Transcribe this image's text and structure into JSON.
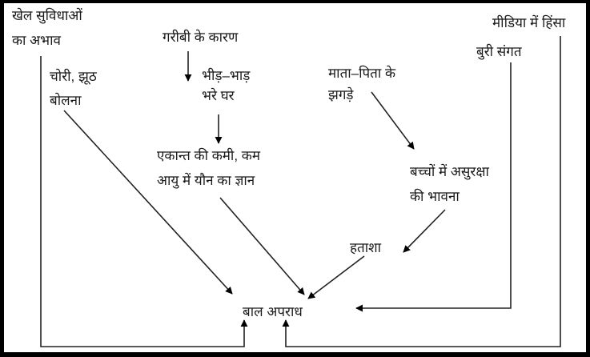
{
  "diagram": {
    "nodes": {
      "lack_of_sports": [
        "खेल सुविधाओं",
        "का अभाव"
      ],
      "lying_stealing": [
        "चोरी, झूठ",
        "बोलना"
      ],
      "poverty": [
        "गरीबी के कारण"
      ],
      "crowded_homes": [
        "भीड़–भाड़",
        "भरे घर"
      ],
      "lack_of_privacy": [
        "एकान्त की कमी, कम",
        "आयु में यौन का ज्ञान"
      ],
      "parent_quarrels": [
        "माता–पिता के",
        "झगड़े"
      ],
      "child_insecurity": [
        "बच्चों में असुरक्षा",
        "की भावना"
      ],
      "frustration": [
        "हताशा"
      ],
      "bad_company": [
        "बुरी संगत"
      ],
      "media_violence": [
        "मीडिया में हिंसा"
      ],
      "juvenile_delinquency": [
        "बाल अपराध"
      ]
    }
  }
}
